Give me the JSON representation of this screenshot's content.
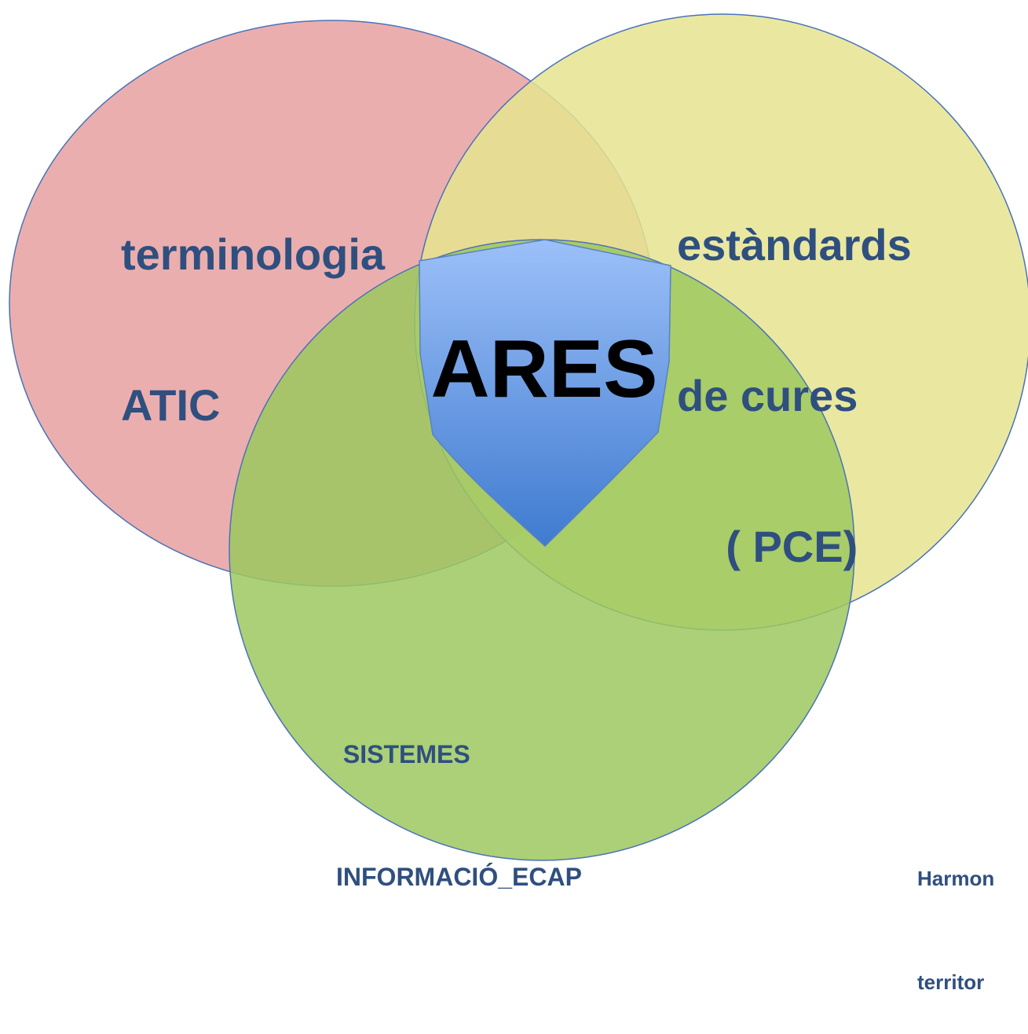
{
  "diagram": {
    "circles": [
      {
        "label": [
          "terminologia",
          "ATIC"
        ],
        "color": "#e8a0a0"
      },
      {
        "label": [
          "estàndards",
          "de cures",
          "    ( PCE)"
        ],
        "color": "#e6e48f"
      },
      {
        "label": [
          " SISTEMES",
          "INFORMACIÓ_ECAP"
        ],
        "color": "#9cc85f"
      }
    ],
    "center_label": "ARES",
    "shield_colors": {
      "top": "#9cc0f8",
      "bottom": "#3f7bd0"
    },
    "text_color": "#2f4f7f",
    "outline_color": "#4a72b8"
  },
  "footer_text": [
    "Harmon",
    "territor"
  ]
}
